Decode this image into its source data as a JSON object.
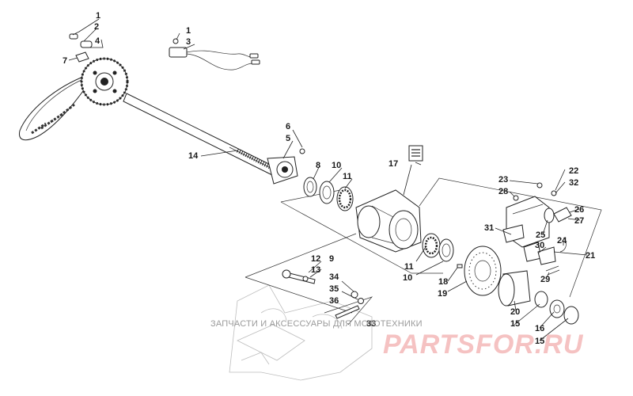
{
  "watermark": {
    "caption": "ЗАПЧАСТИ И АКСЕССУАРЫ ДЛЯ МОТОТЕХНИКИ",
    "logo": "PARTSFOR.RU"
  },
  "callouts": {
    "c1a": "1",
    "c2": "2",
    "c4": "4",
    "c7": "7",
    "c1b": "1",
    "c3": "3",
    "c14": "14",
    "c6": "6",
    "c5": "5",
    "c8": "8",
    "c10a": "10",
    "c11a": "11",
    "c17": "17",
    "c9": "9",
    "c11b": "11",
    "c10b": "10",
    "c12": "12",
    "c13": "13",
    "c34": "34",
    "c35": "35",
    "c36": "36",
    "c33": "33",
    "c18": "18",
    "c19": "19",
    "c23": "23",
    "c28": "28",
    "c22": "22",
    "c32": "32",
    "c26": "26",
    "c27": "27",
    "c31": "31",
    "c25": "25",
    "c24": "24",
    "c30": "30",
    "c29": "29",
    "c21": "21",
    "c20": "20",
    "c15a": "15",
    "c16": "16",
    "c15b": "15"
  }
}
